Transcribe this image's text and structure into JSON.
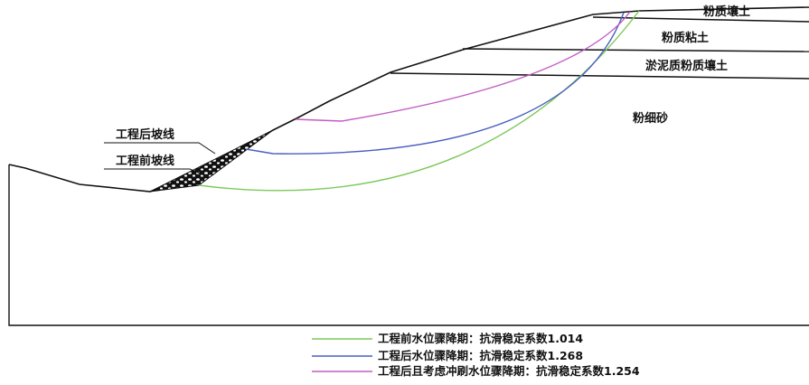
{
  "layers": {
    "silty_loam_top": "粉质壤土",
    "silty_clay": "粉质粘土",
    "muddy_silty_loam": "淤泥质粉质壤土",
    "fine_sand": "粉细砂"
  },
  "slope_lines": {
    "after": "工程后坡线",
    "before": "工程前坡线"
  },
  "legend": [
    {
      "label": "工程前水位骤降期：抗滑稳定系数1.014",
      "color": "#7dc95a"
    },
    {
      "label": "工程后水位骤降期：抗滑稳定系数1.268",
      "color": "#4a5fbf"
    },
    {
      "label": "工程后且考虑冲刷水位骤降期：抗滑稳定系数1.254",
      "color": "#c25dc4"
    }
  ],
  "colors": {
    "outline": "#111111",
    "riprap_fill": "#111111"
  }
}
